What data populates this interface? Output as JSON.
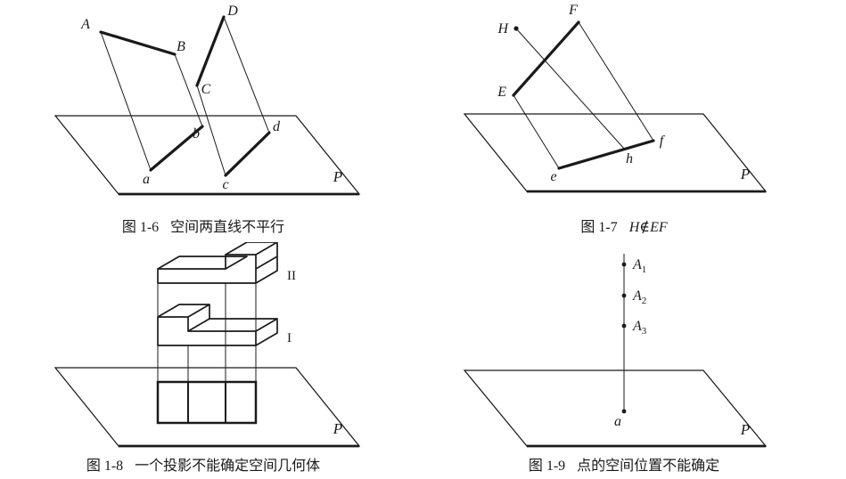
{
  "colors": {
    "ink": "#1a1a1a",
    "background": "#ffffff"
  },
  "figures": {
    "fig16": {
      "caption_prefix": "图 1-6",
      "caption_text": "空间两直线不平行",
      "labels": {
        "A": "A",
        "B": "B",
        "C": "C",
        "D": "D",
        "a": "a",
        "b": "b",
        "c": "c",
        "d": "d",
        "P": "P"
      }
    },
    "fig17": {
      "caption_prefix": "图 1-7",
      "caption_text": "H∉EF",
      "labels": {
        "E": "E",
        "F": "F",
        "H": "H",
        "e": "e",
        "f": "f",
        "h": "h",
        "P": "P"
      }
    },
    "fig18": {
      "caption_prefix": "图 1-8",
      "caption_text": "一个投影不能确定空间几何体",
      "labels": {
        "solid_upper": "II",
        "solid_lower": "I",
        "P": "P"
      }
    },
    "fig19": {
      "caption_prefix": "图 1-9",
      "caption_text": "点的空间位置不能确定",
      "labels": {
        "A1": {
          "base": "A",
          "sub": "1"
        },
        "A2": {
          "base": "A",
          "sub": "2"
        },
        "A3": {
          "base": "A",
          "sub": "3"
        },
        "a": "a",
        "P": "P"
      }
    }
  }
}
